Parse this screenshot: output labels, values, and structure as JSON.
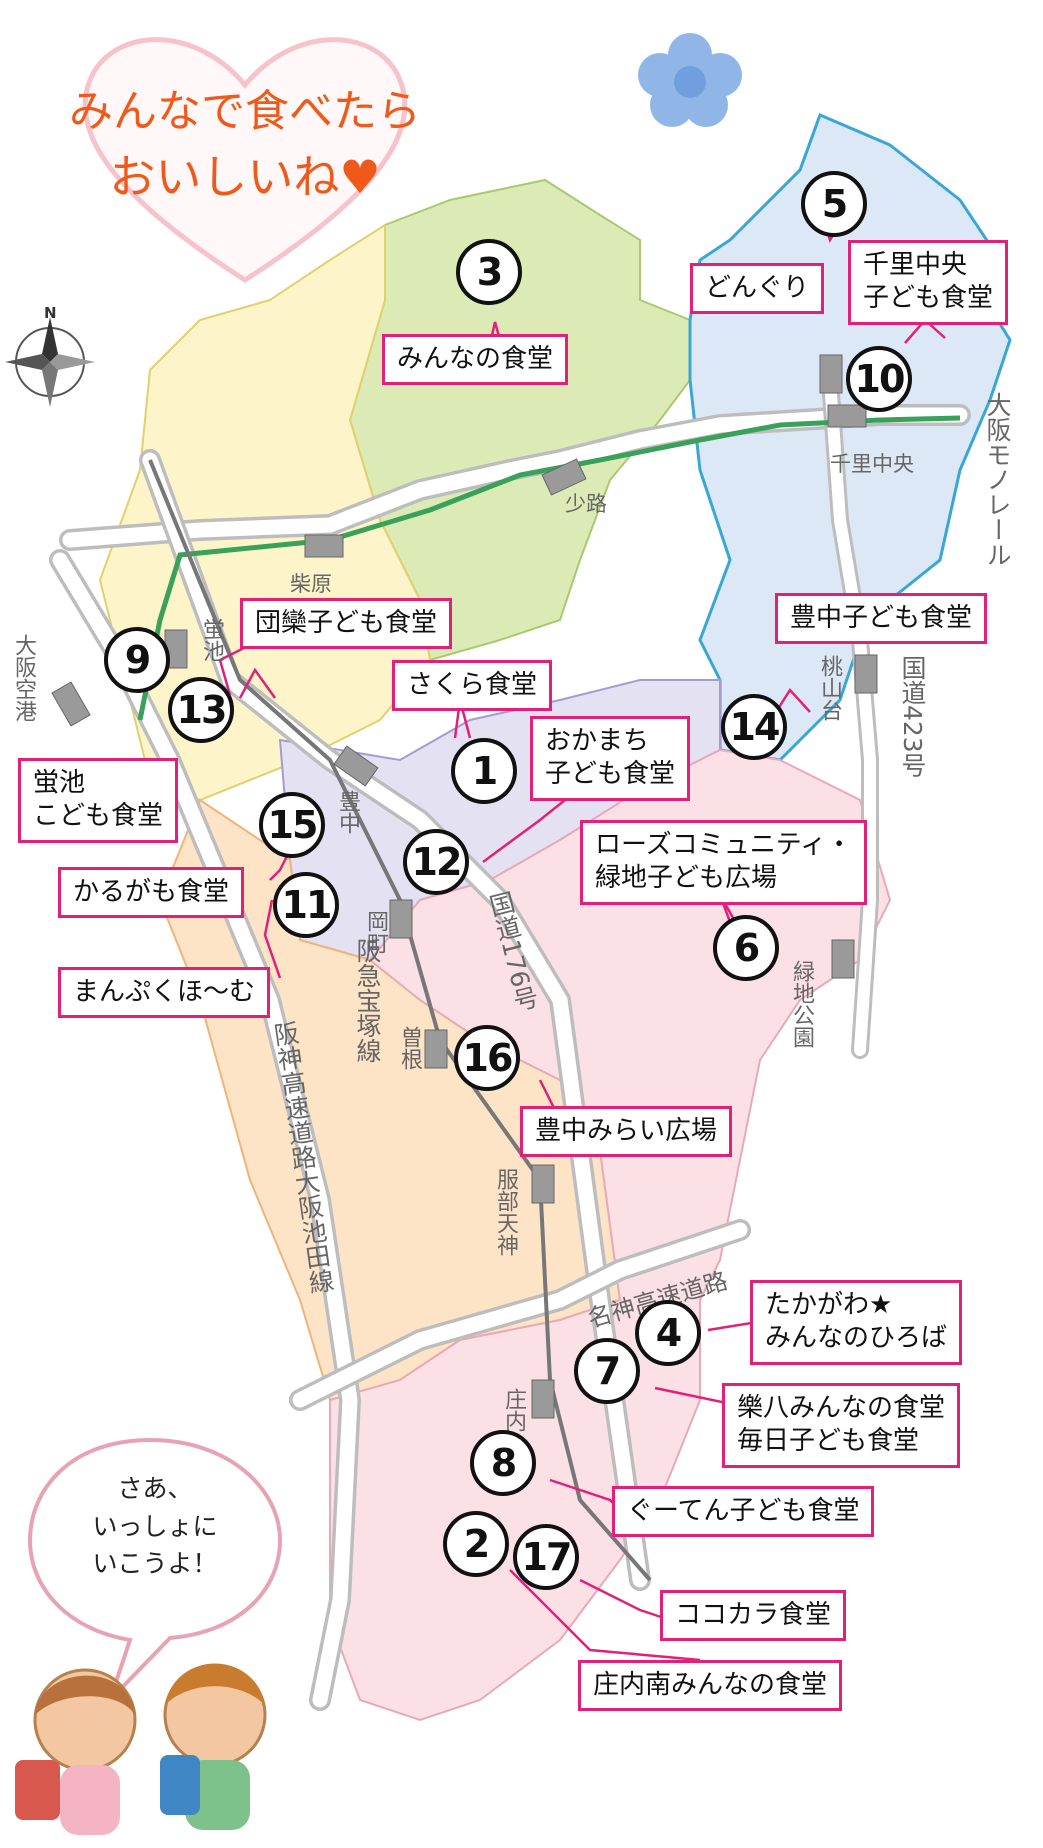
{
  "title": {
    "line1": "みんなで食べたら",
    "line2": "おいしいね♥"
  },
  "compass": {
    "north": "N"
  },
  "speech": {
    "line1": "さあ、",
    "line2": "いっしょに",
    "line3": "いこうよ！"
  },
  "locations": [
    {
      "num": "1",
      "name": "さくら食堂"
    },
    {
      "num": "2",
      "name": "庄内南みんなの食堂"
    },
    {
      "num": "3",
      "name": "みんなの食堂"
    },
    {
      "num": "4",
      "name": "たかがわ★みんなのひろば",
      "line1": "たかがわ★",
      "line2": "みんなのひろば"
    },
    {
      "num": "5",
      "name": "どんぐり"
    },
    {
      "num": "6",
      "name": "ローズコミュニティ・緑地子ども広場",
      "line1": "ローズコミュニティ・",
      "line2": "緑地子ども広場"
    },
    {
      "num": "7",
      "name": "樂八みんなの食堂 毎日子ども食堂",
      "line1": "樂八みんなの食堂",
      "line2": "毎日子ども食堂"
    },
    {
      "num": "8",
      "name": "ぐーてん子ども食堂"
    },
    {
      "num": "9",
      "name": "蛍池こども食堂",
      "line1": "蛍池",
      "line2": "こども食堂"
    },
    {
      "num": "10",
      "name": "千里中央子ども食堂",
      "line1": "千里中央",
      "line2": "子ども食堂"
    },
    {
      "num": "11",
      "name": "まんぷくほ〜む"
    },
    {
      "num": "12",
      "name": "おかまち子ども食堂",
      "line1": "おかまち",
      "line2": "子ども食堂"
    },
    {
      "num": "13",
      "name": "団欒子ども食堂"
    },
    {
      "num": "14",
      "name": "豊中子ども食堂"
    },
    {
      "num": "15",
      "name": "かるがも食堂"
    },
    {
      "num": "16",
      "name": "豊中みらい広場"
    },
    {
      "num": "17",
      "name": "ココカラ食堂"
    }
  ],
  "stations": {
    "shoji": "少路",
    "shibahara": "柴原",
    "senri_chuo": "千里中央",
    "hotarugaike": "蛍池",
    "toyonaka": "豊中",
    "okamachi": "岡町",
    "sone": "曽根",
    "hattori_tenjin": "服部天神",
    "shonai": "庄内",
    "momoyamadai": "桃山台",
    "ryokuchi_koen": "緑地公園",
    "osaka_airport": "大阪空港"
  },
  "routes": {
    "monorail": "大阪モノレール",
    "hankyu": "阪急宝塚線",
    "route176": "国道176号",
    "route423": "国道423号",
    "meishin": "名神高速道路",
    "hanshin": "阪神高速道路大阪池田線"
  },
  "colors": {
    "accent_pink": "#e2207a",
    "title_orange": "#ef5a1a",
    "area_green": "#dcebb5",
    "area_yellow": "#fdf5c9",
    "area_blue": "#dde8f6",
    "area_purple": "#e4e2f2",
    "area_orange": "#fde4c7",
    "area_pink": "#fbe1e6",
    "monorail_green": "#3aa15b"
  }
}
